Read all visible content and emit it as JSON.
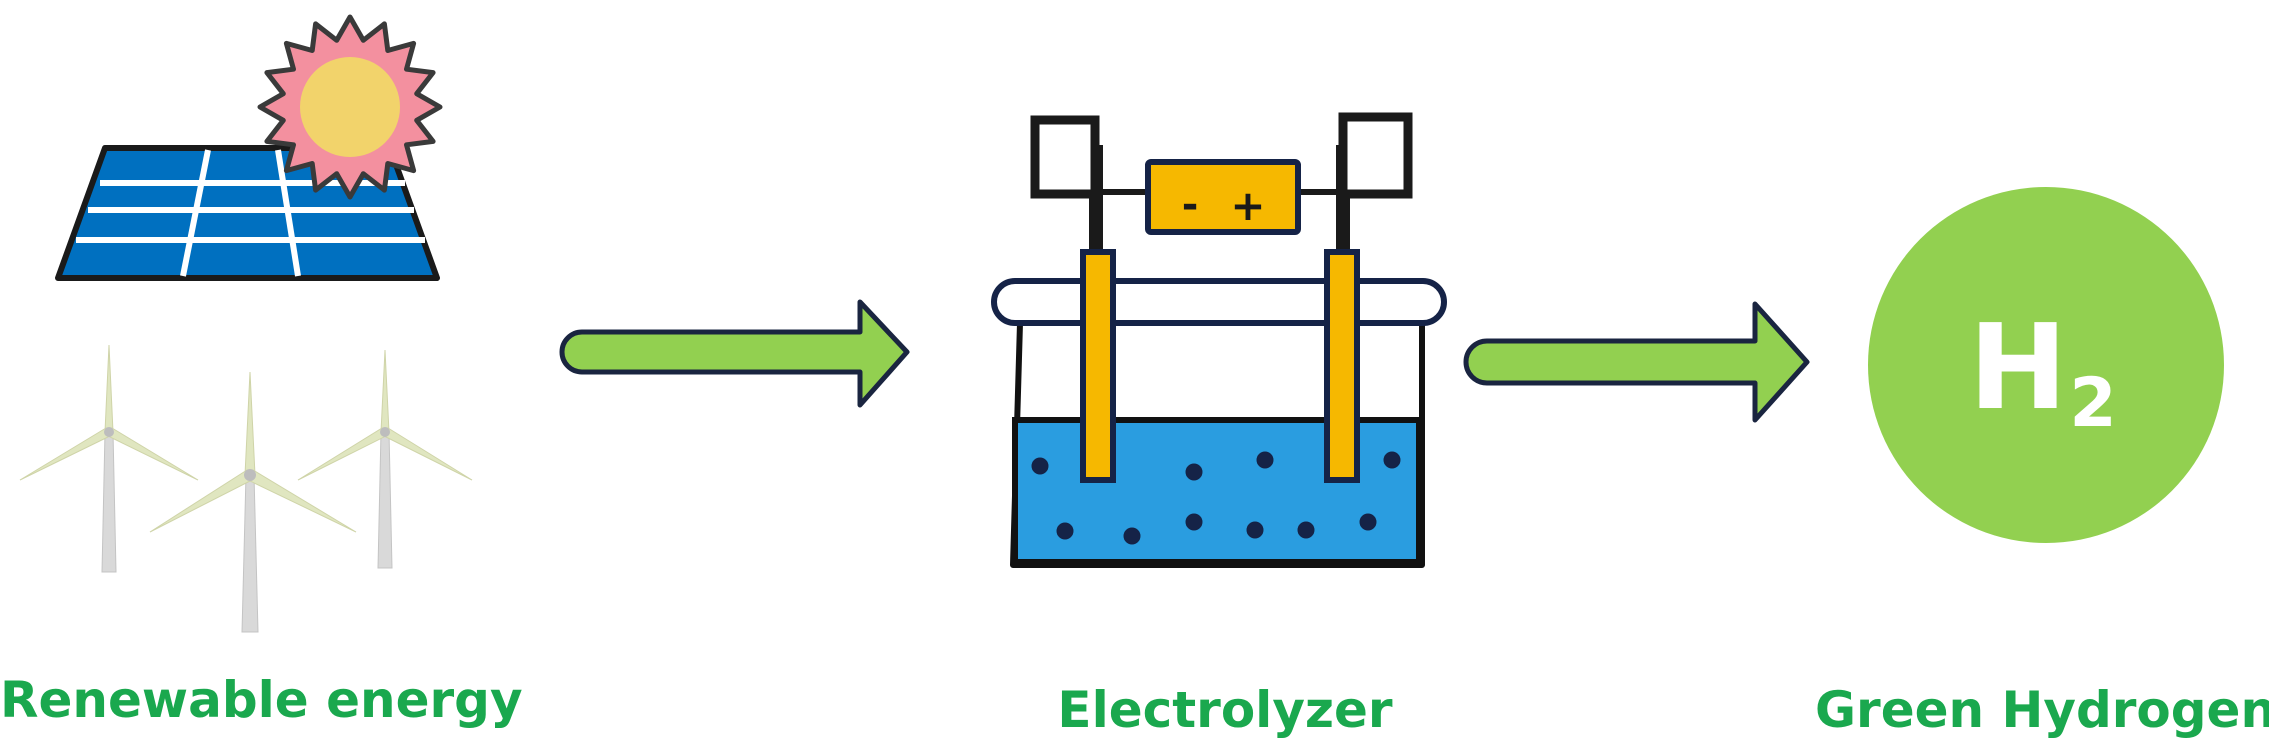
{
  "labels": {
    "renewable": "Renewable energy",
    "electrolyzer": "Electrolyzer",
    "hydrogen": "Green Hydrogen"
  },
  "battery": {
    "negative": "-",
    "positive": "+"
  },
  "molecule": {
    "symbol": "H",
    "subscript": "2"
  },
  "colors": {
    "caption": "#1aa84e",
    "arrow": "#92d050",
    "solar_panel": "#0070c0",
    "sun_core": "#f2d36b",
    "sun_rays": "#f3909f",
    "water": "#2a9de0",
    "electrode": "#f6b800",
    "hydrogen_circle": "#92d050"
  }
}
